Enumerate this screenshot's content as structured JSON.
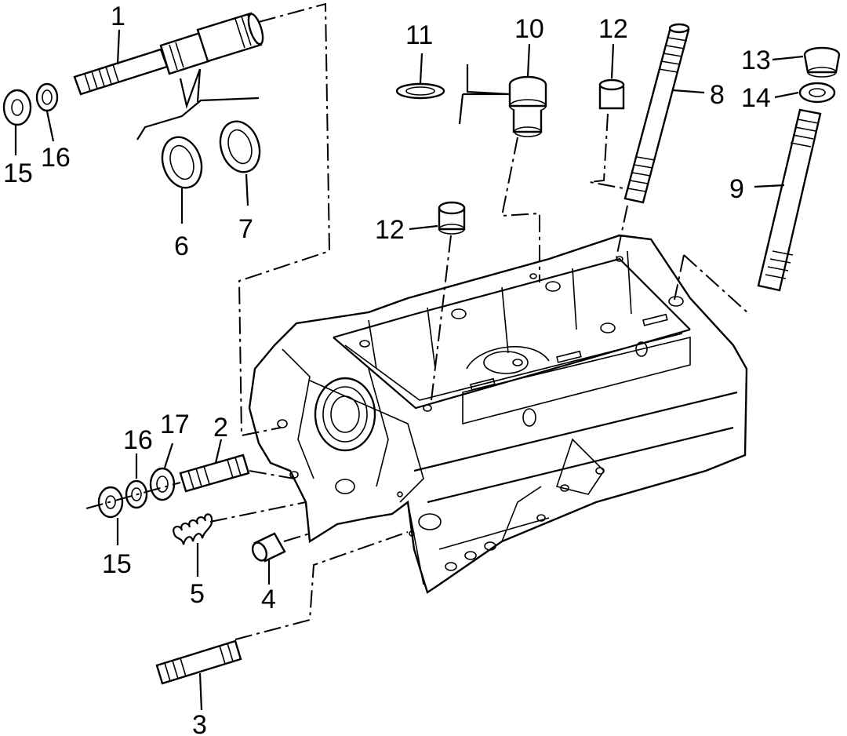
{
  "labels": {
    "p1": "1",
    "p2": "2",
    "p3": "3",
    "p4": "4",
    "p5": "5",
    "p6": "6",
    "p7": "7",
    "p8": "8",
    "p9": "9",
    "p10": "10",
    "p11": "11",
    "p12a": "12",
    "p12b": "12",
    "p13": "13",
    "p14": "14",
    "p15a": "15",
    "p15b": "15",
    "p16a": "16",
    "p16b": "16",
    "p17": "17"
  }
}
